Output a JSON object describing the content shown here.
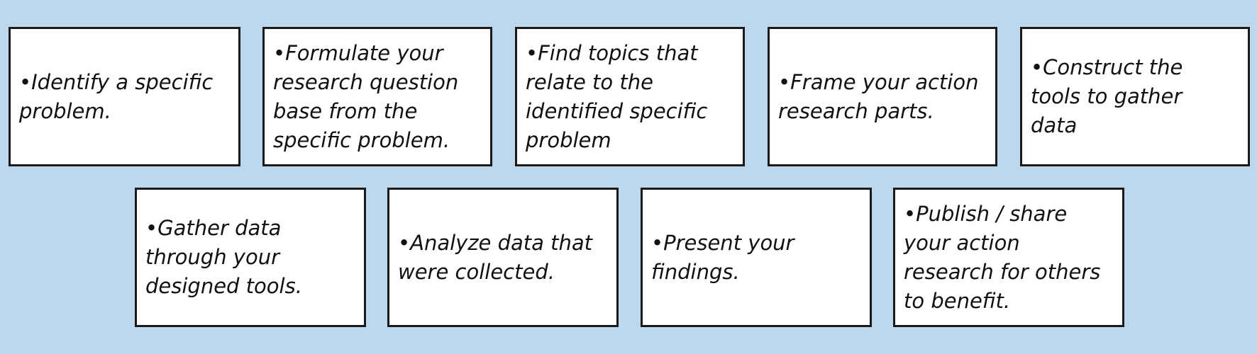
{
  "steps": [
    {
      "text": "•Identify a specific\nproblem."
    },
    {
      "text": "•Formulate your\nresearch question\nbase from the\nspecific problem."
    },
    {
      "text": "•Find topics that\nrelate to the\nidentified specific\nproblem"
    },
    {
      "text": "•Frame your action\nresearch parts."
    },
    {
      "text": "•Construct the\ntools to  gather\ndata"
    },
    {
      "text": "•Gather data\nthrough your\ndesigned tools."
    },
    {
      "text": "•Analyze data that\nwere collected."
    },
    {
      "text": "•Present your\nfindings."
    },
    {
      "text": "•Publish / share\nyour action\nresearch for others\nto benefit."
    }
  ],
  "colors": {
    "background": "#bdd7ee",
    "box_fill": "#ffffff",
    "box_border": "#1a1a1a",
    "text": "#111111"
  }
}
